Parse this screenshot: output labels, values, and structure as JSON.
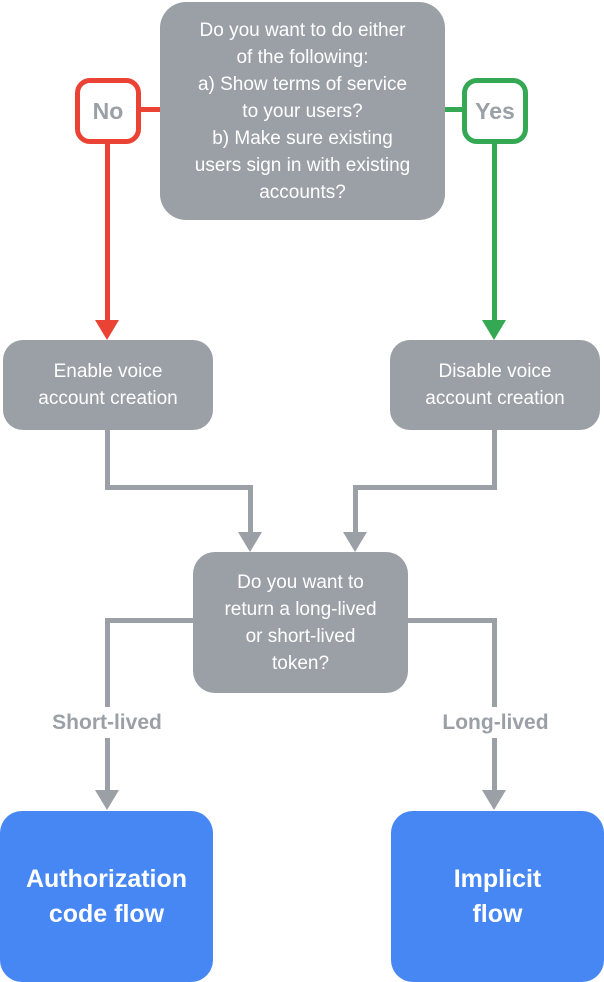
{
  "colors": {
    "gray": "#9AA0A6",
    "red": "#EA4335",
    "green": "#34A853",
    "blue": "#4787F3",
    "white": "#FFFFFF"
  },
  "nodes": {
    "question_terms": {
      "text": "Do you want to do either\nof the following:\na) Show terms of service\nto your users?\nb) Make sure existing\nusers sign in with existing\naccounts?"
    },
    "no_badge": {
      "label": "No"
    },
    "yes_badge": {
      "label": "Yes"
    },
    "enable": {
      "text": "Enable voice\naccount creation"
    },
    "disable": {
      "text": "Disable voice\naccount creation"
    },
    "question_token": {
      "text": "Do you want to\nreturn a long-lived\nor short-lived\ntoken?"
    },
    "short_lived_label": {
      "label": "Short-lived"
    },
    "long_lived_label": {
      "label": "Long-lived"
    },
    "auth_flow": {
      "text": "Authorization\ncode flow"
    },
    "implicit_flow": {
      "text": "Implicit\nflow"
    }
  },
  "edges": [
    {
      "from": "question_terms",
      "via": "No",
      "to": "enable",
      "color": "#EA4335"
    },
    {
      "from": "question_terms",
      "via": "Yes",
      "to": "disable",
      "color": "#34A853"
    },
    {
      "from": "enable",
      "to": "question_token",
      "color": "#9AA0A6"
    },
    {
      "from": "disable",
      "to": "question_token",
      "color": "#9AA0A6"
    },
    {
      "from": "question_token",
      "via": "Short-lived",
      "to": "auth_flow",
      "color": "#9AA0A6"
    },
    {
      "from": "question_token",
      "via": "Long-lived",
      "to": "implicit_flow",
      "color": "#9AA0A6"
    }
  ]
}
